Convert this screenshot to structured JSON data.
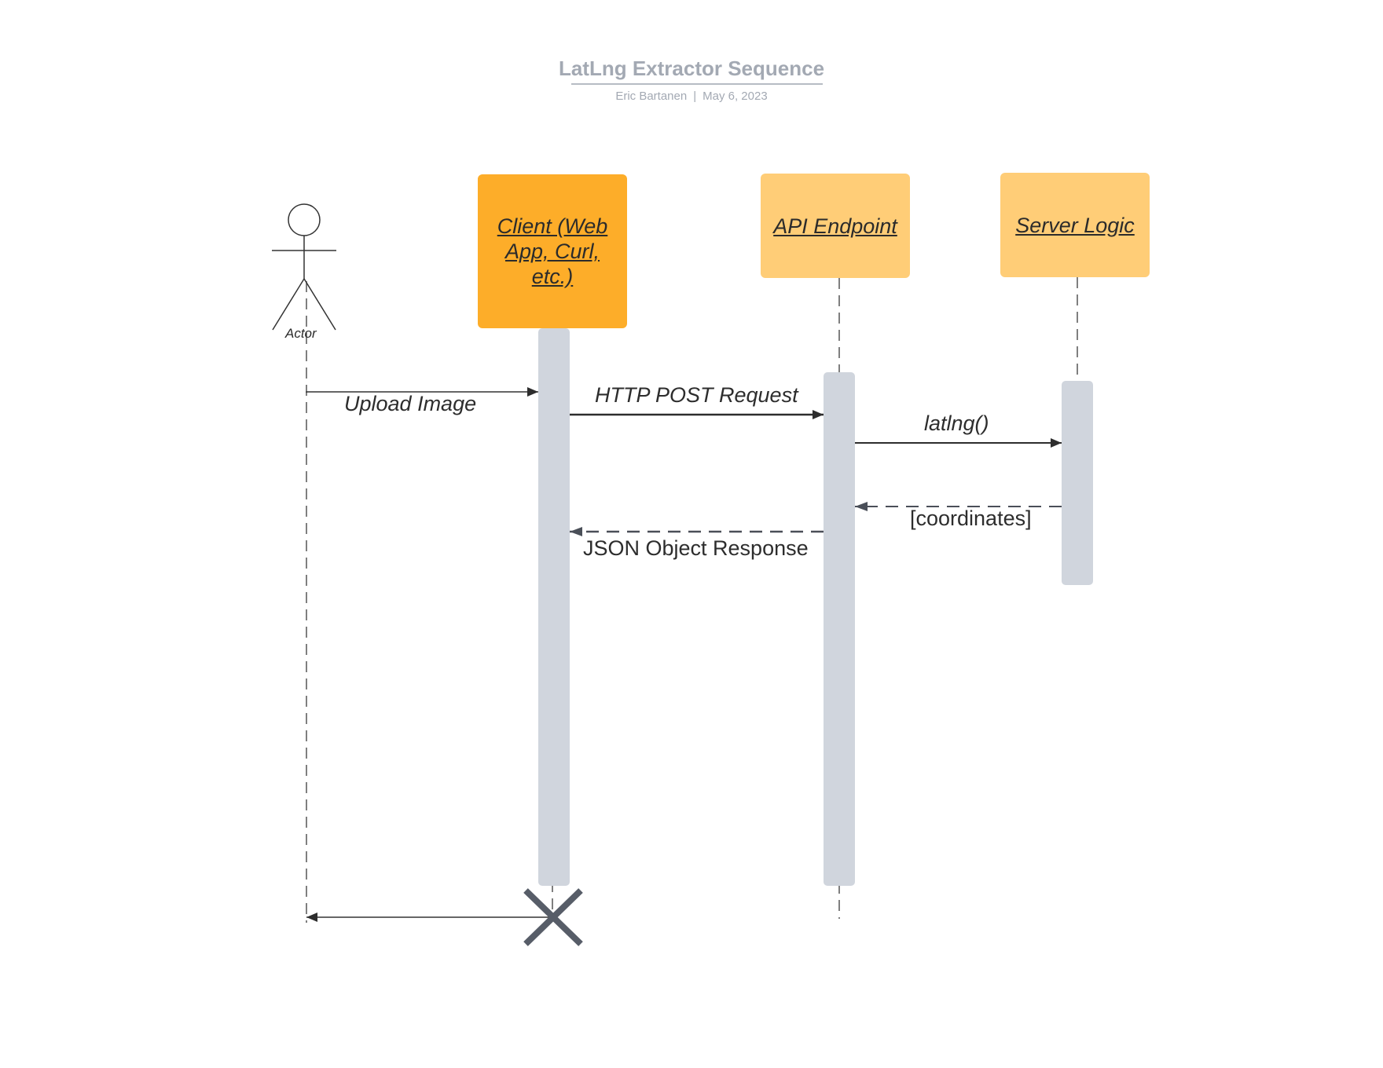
{
  "header": {
    "title": "LatLng Extractor Sequence",
    "author": "Eric Bartanen",
    "separator": "|",
    "date": "May 6, 2023"
  },
  "actor": {
    "label": "Actor"
  },
  "lifelines": {
    "client": "Client (Web App, Curl, etc.)",
    "api": "API Endpoint",
    "server": "Server Logic"
  },
  "messages": {
    "upload": "Upload Image",
    "http_post": "HTTP POST Request",
    "latlng": "latlng()",
    "coordinates": "[coordinates]",
    "json_response": "JSON Object Response"
  },
  "colors": {
    "client_box": "#fdad29",
    "participant_box": "#ffcd77",
    "activation_bar": "#d0d5dd",
    "arrow": "#2d2d2d",
    "destroy_mark": "#575d68"
  }
}
